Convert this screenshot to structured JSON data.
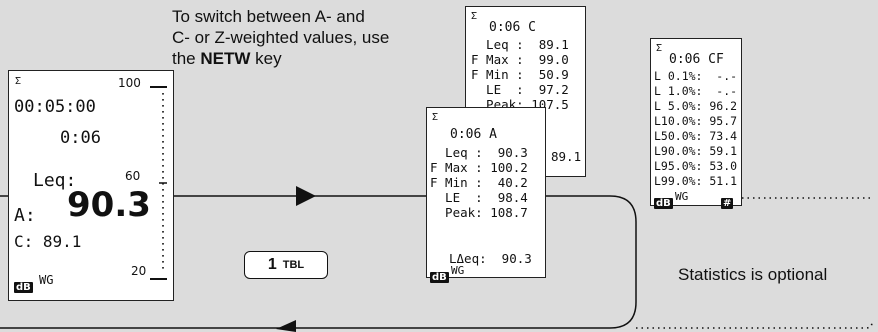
{
  "captions": {
    "switch_line1": "To switch between A- and",
    "switch_line2": "C- or Z-weighted values, use",
    "switch_line3_pre": "the ",
    "switch_key": "NETW",
    "switch_line3_post": " key",
    "statistics": "Statistics is optional"
  },
  "tbl_button": {
    "number": "1",
    "label": "TBL"
  },
  "main_display": {
    "sigma": "Σ",
    "elapsed": "00:05:00",
    "interval": "0:06",
    "metric": "Leq:",
    "a_label": "A:",
    "a_value": "90.3",
    "c_line": "C: 89.1",
    "unit_tag": "dB",
    "mode": "WG",
    "scale_top": "100",
    "scale_mid": "60",
    "scale_bottom": "20"
  },
  "display_c": {
    "sigma": "Σ",
    "header": "0:06 C",
    "rows": [
      "  Leq :  89.1",
      "F Max :  99.0",
      "F Min :  50.9",
      "  LE  :  97.2",
      "  Peak: 107.5"
    ],
    "partial": "89.1"
  },
  "display_a": {
    "sigma": "Σ",
    "header": "0:06 A",
    "rows": [
      "  Leq :  90.3",
      "F Max : 100.2",
      "F Min :  40.2",
      "  LE  :  98.4",
      "  Peak: 108.7"
    ],
    "ldeq": "LΔeq:  90.3",
    "unit_tag": "dB",
    "mode": "WG"
  },
  "display_cf": {
    "sigma": "Σ",
    "header": "0:06 CF",
    "rows": [
      "L 0.1%:  -.-",
      "L 1.0%:  -.-",
      "L 5.0%: 96.2",
      "L10.0%: 95.7",
      "L50.0%: 73.4",
      "L90.0%: 59.1",
      "L95.0%: 53.0",
      "L99.0%: 51.1"
    ],
    "unit_tag": "dB",
    "mode": "WG",
    "hash_tag": "#"
  }
}
